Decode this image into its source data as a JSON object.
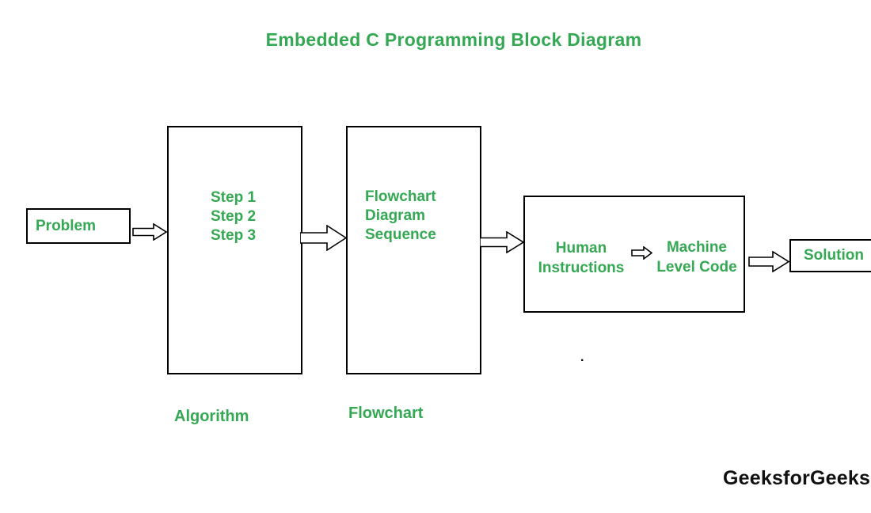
{
  "title": "Embedded C Programming Block Diagram",
  "colors": {
    "accent_green": "#34A853",
    "box_border": "#000000",
    "watermark_black": "#111111"
  },
  "diagram": {
    "problem": {
      "label": "Problem"
    },
    "algorithm": {
      "lines": [
        "Step 1",
        "Step 2",
        "Step 3"
      ],
      "caption": "Algorithm"
    },
    "flowchart": {
      "lines": [
        "Flowchart",
        "Diagram",
        "Sequence"
      ],
      "caption": "Flowchart"
    },
    "translation": {
      "left": "Human Instructions",
      "right": "Machine Level Code"
    },
    "solution": {
      "label": "Solution"
    },
    "stray_dot": "."
  },
  "icons": {
    "flow_arrow": "block-arrow-right"
  },
  "watermark": "GeeksforGeeks"
}
